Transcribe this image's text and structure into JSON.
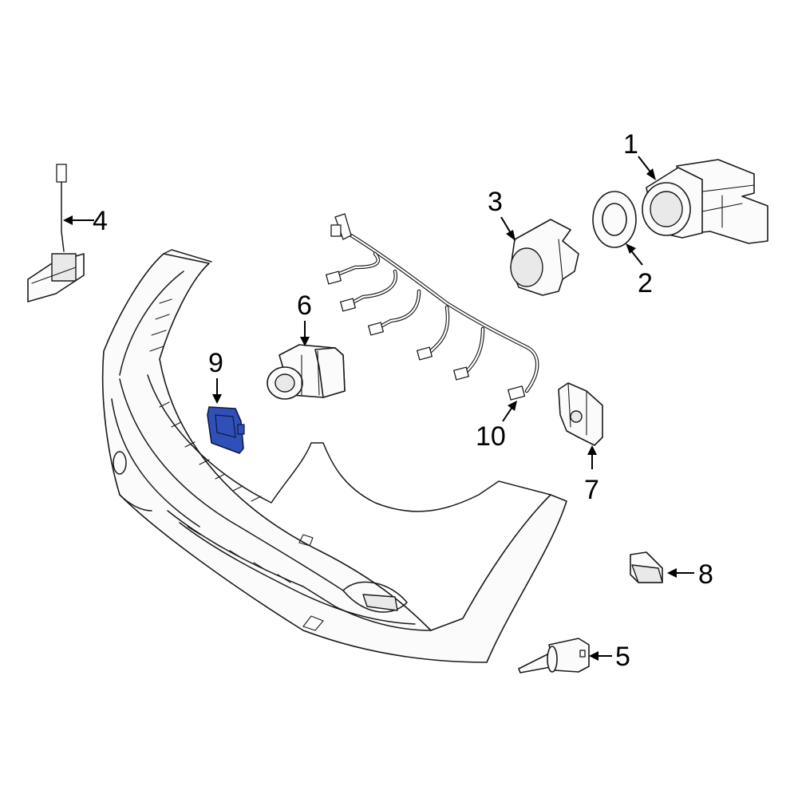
{
  "highlight_color": "#2f50b8",
  "callouts": {
    "c1": "1",
    "c2": "2",
    "c3": "3",
    "c4": "4",
    "c5": "5",
    "c6": "6",
    "c7": "7",
    "c8": "8",
    "c9": "9",
    "c10": "10"
  }
}
